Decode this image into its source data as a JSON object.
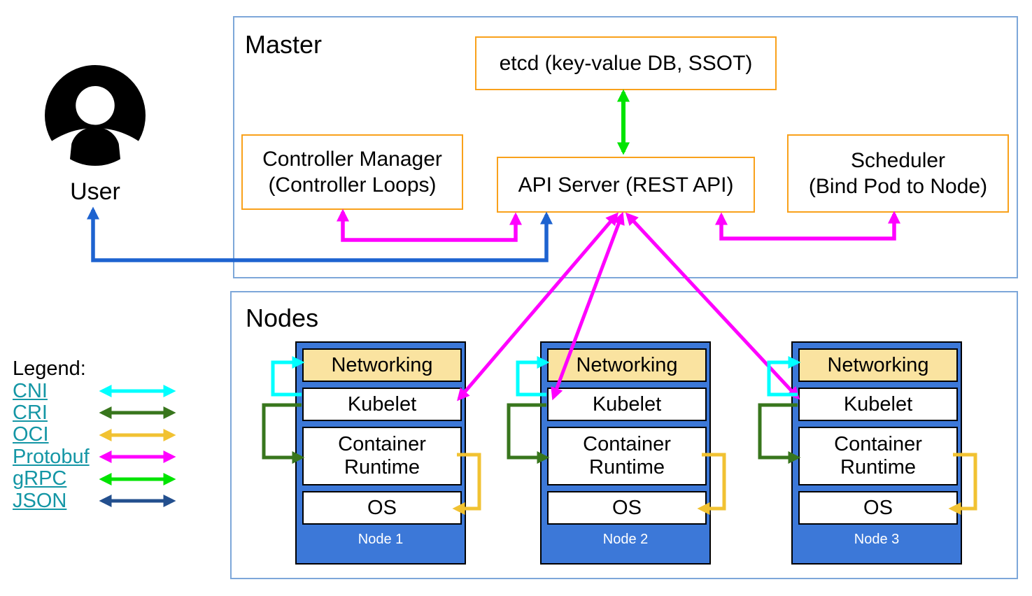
{
  "user": {
    "label": "User"
  },
  "master": {
    "title": "Master",
    "etcd_label": "etcd (key-value DB, SSOT)",
    "api_server_label": "API Server (REST API)",
    "controller_manager_line1": "Controller Manager",
    "controller_manager_line2": "(Controller Loops)",
    "scheduler_line1": "Scheduler",
    "scheduler_line2": "(Bind Pod to Node)"
  },
  "nodes_section": {
    "title": "Nodes",
    "nodes": [
      {
        "name": "Node 1",
        "layers": [
          {
            "label": "Networking"
          },
          {
            "label": "Kubelet"
          },
          {
            "label": "Container Runtime"
          },
          {
            "label": "OS"
          }
        ]
      },
      {
        "name": "Node 2",
        "layers": [
          {
            "label": "Networking"
          },
          {
            "label": "Kubelet"
          },
          {
            "label": "Container Runtime"
          },
          {
            "label": "OS"
          }
        ]
      },
      {
        "name": "Node 3",
        "layers": [
          {
            "label": "Networking"
          },
          {
            "label": "Kubelet"
          },
          {
            "label": "Container Runtime"
          },
          {
            "label": "OS"
          }
        ]
      }
    ]
  },
  "legend": {
    "title": "Legend:",
    "items": [
      {
        "label": "CNI",
        "color": "#00ffff"
      },
      {
        "label": "CRI",
        "color": "#38761d"
      },
      {
        "label": "OCI",
        "color": "#f1c232"
      },
      {
        "label": "Protobuf",
        "color": "#ff00ff"
      },
      {
        "label": "gRPC",
        "color": "#00e400"
      },
      {
        "label": "JSON",
        "color": "#234f8e"
      }
    ]
  },
  "colors": {
    "container_border": "#7da7d9",
    "component_border": "#f9a11b",
    "node_fill": "#3c78d8",
    "networking_fill": "#fae3a0",
    "cni": "#00ffff",
    "cri": "#38761d",
    "oci": "#f1c232",
    "protobuf": "#ff00ff",
    "grpc": "#00e400",
    "json": "#234f8e",
    "user_arrow": "#1e63d0",
    "link": "#1496a5"
  },
  "connections": [
    {
      "from": "etcd",
      "to": "api-server",
      "protocol": "gRPC",
      "bidirectional": true
    },
    {
      "from": "controller-manager",
      "to": "api-server",
      "protocol": "Protobuf",
      "bidirectional": true
    },
    {
      "from": "scheduler",
      "to": "api-server",
      "protocol": "Protobuf",
      "bidirectional": true
    },
    {
      "from": "api-server",
      "to": "user",
      "protocol": "JSON",
      "bidirectional": true
    },
    {
      "from": "api-server",
      "to": "node-1-kubelet",
      "protocol": "Protobuf",
      "bidirectional": true
    },
    {
      "from": "api-server",
      "to": "node-2-kubelet",
      "protocol": "Protobuf",
      "bidirectional": true
    },
    {
      "from": "api-server",
      "to": "node-3-kubelet",
      "protocol": "Protobuf",
      "bidirectional": true
    },
    {
      "from": "kubelet",
      "to": "networking",
      "protocol": "CNI",
      "bidirectional": false
    },
    {
      "from": "kubelet",
      "to": "container-runtime",
      "protocol": "CRI",
      "bidirectional": false
    },
    {
      "from": "container-runtime",
      "to": "os",
      "protocol": "OCI",
      "bidirectional": false
    }
  ]
}
